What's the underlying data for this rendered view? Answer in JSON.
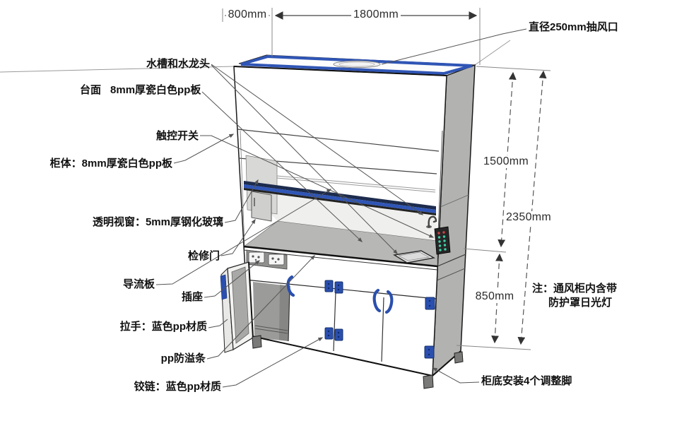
{
  "diagram": {
    "kind": "fume-hood-technical-drawing",
    "dimensions": {
      "top_depth": "800mm",
      "top_width": "1800mm",
      "right_upper": "1500mm",
      "right_total": "2350mm",
      "right_lower": "850mm"
    },
    "callouts": {
      "exhaust": "直径250mm抽风口",
      "sink_faucet": "水槽和水龙头",
      "worktop_prefix": "台面",
      "worktop": "8mm厚瓷白色pp板",
      "touch_switch": "触控开关",
      "cabinet_body": "柜体：8mm厚瓷白色pp板",
      "window": "透明视窗：5mm厚钢化玻璃",
      "access_door": "检修门",
      "baffle": "导流板",
      "socket": "插座",
      "handle": "拉手：蓝色pp材质",
      "spill_strip": "pp防溢条",
      "hinge": "铰链：蓝色pp材质",
      "feet": "柜底安装4个调整脚"
    },
    "note": {
      "line1": "注：通风柜内含带",
      "line2": "防护罩日光灯"
    },
    "colors": {
      "accent_blue": "#2a4fae",
      "sash_bar_blue": "#2f55b5",
      "panel_gray": "#b2b2b0",
      "line_dark": "#1a1a1a"
    }
  }
}
